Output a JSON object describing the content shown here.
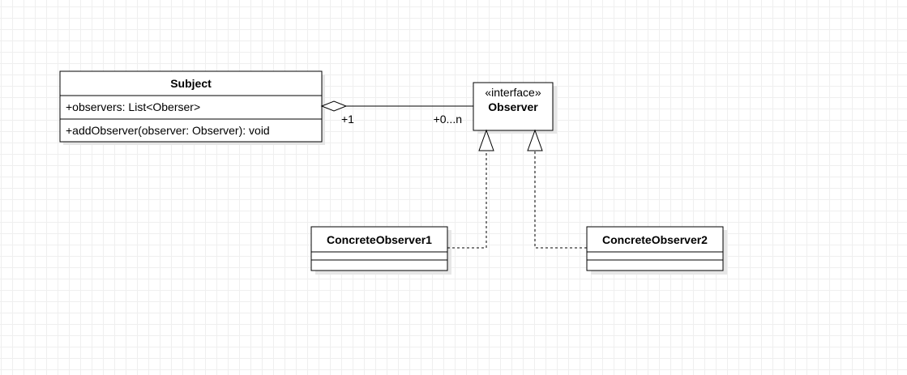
{
  "colors": {
    "stroke": "#000000",
    "fill": "#ffffff",
    "shadow": "#e6e6e6",
    "grid": "#efefef"
  },
  "subject": {
    "name": "Subject",
    "attribute": "+observers: List<Oberser>",
    "method": "+addObserver(observer: Observer): void"
  },
  "observer": {
    "stereotype": "«interface»",
    "name": "Observer"
  },
  "aggregation": {
    "source_multiplicity": "+1",
    "target_multiplicity": "+0...n"
  },
  "concrete_observer_1": {
    "name": "ConcreteObserver1"
  },
  "concrete_observer_2": {
    "name": "ConcreteObserver2"
  }
}
